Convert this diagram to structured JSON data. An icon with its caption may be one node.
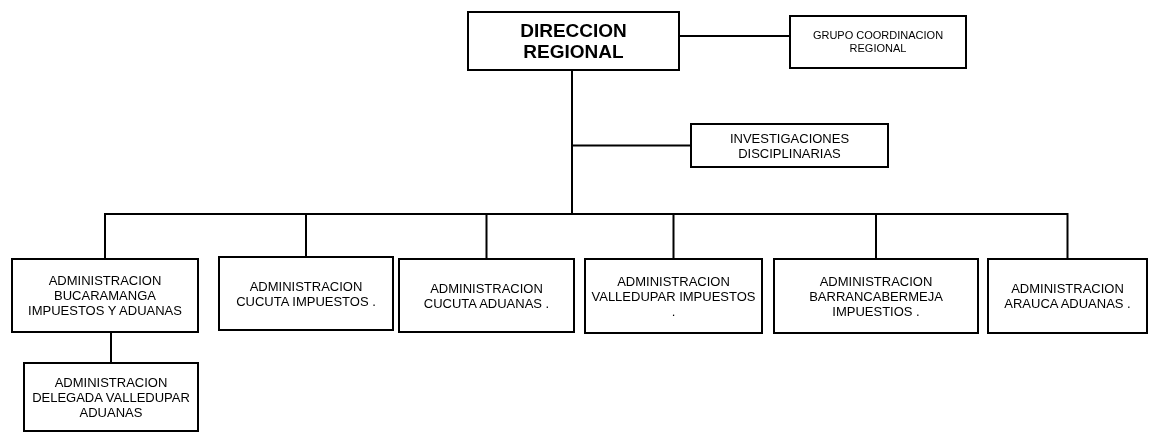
{
  "diagram": {
    "nodes": [
      {
        "text": [
          "DIRECCION REGIONAL"
        ]
      },
      {
        "text": [
          "GRUPO COORDINACION REGIONAL"
        ]
      },
      {
        "text": [
          "INVESTIGACIONES DISCIPLINARIAS"
        ]
      },
      {
        "text": [
          "ADMINISTRACION BUCARAMANGA IMPUESTOS Y ADUANAS"
        ]
      },
      {
        "text": [
          "ADMINISTRACION CUCUTA IMPUESTOS ."
        ]
      },
      {
        "text": [
          "ADMINISTRACION CUCUTA ADUANAS ."
        ]
      },
      {
        "text": [
          "ADMINISTRACION VALLEDUPAR IMPUESTOS ."
        ]
      },
      {
        "text": [
          "ADMINISTRACION BARRANCABERMEJA IMPUESTIOS ."
        ]
      },
      {
        "text": [
          "ADMINISTRACION ARAUCA ADUANAS ."
        ]
      },
      {
        "text": [
          "ADMINISTRACION DELEGADA VALLEDUPAR ADUANAS"
        ]
      }
    ],
    "edges": [
      {
        "from": 0,
        "to": 1,
        "arrow": "none"
      },
      {
        "from": 0,
        "to": 2,
        "arrow": "none"
      },
      {
        "from": 0,
        "to": 3,
        "arrow": "none"
      },
      {
        "from": 0,
        "to": 4,
        "arrow": "none"
      },
      {
        "from": 0,
        "to": 5,
        "arrow": "none"
      },
      {
        "from": 0,
        "to": 6,
        "arrow": "none"
      },
      {
        "from": 0,
        "to": 7,
        "arrow": "none"
      },
      {
        "from": 0,
        "to": 8,
        "arrow": "none"
      },
      {
        "from": 3,
        "to": 9,
        "arrow": "none"
      }
    ]
  }
}
